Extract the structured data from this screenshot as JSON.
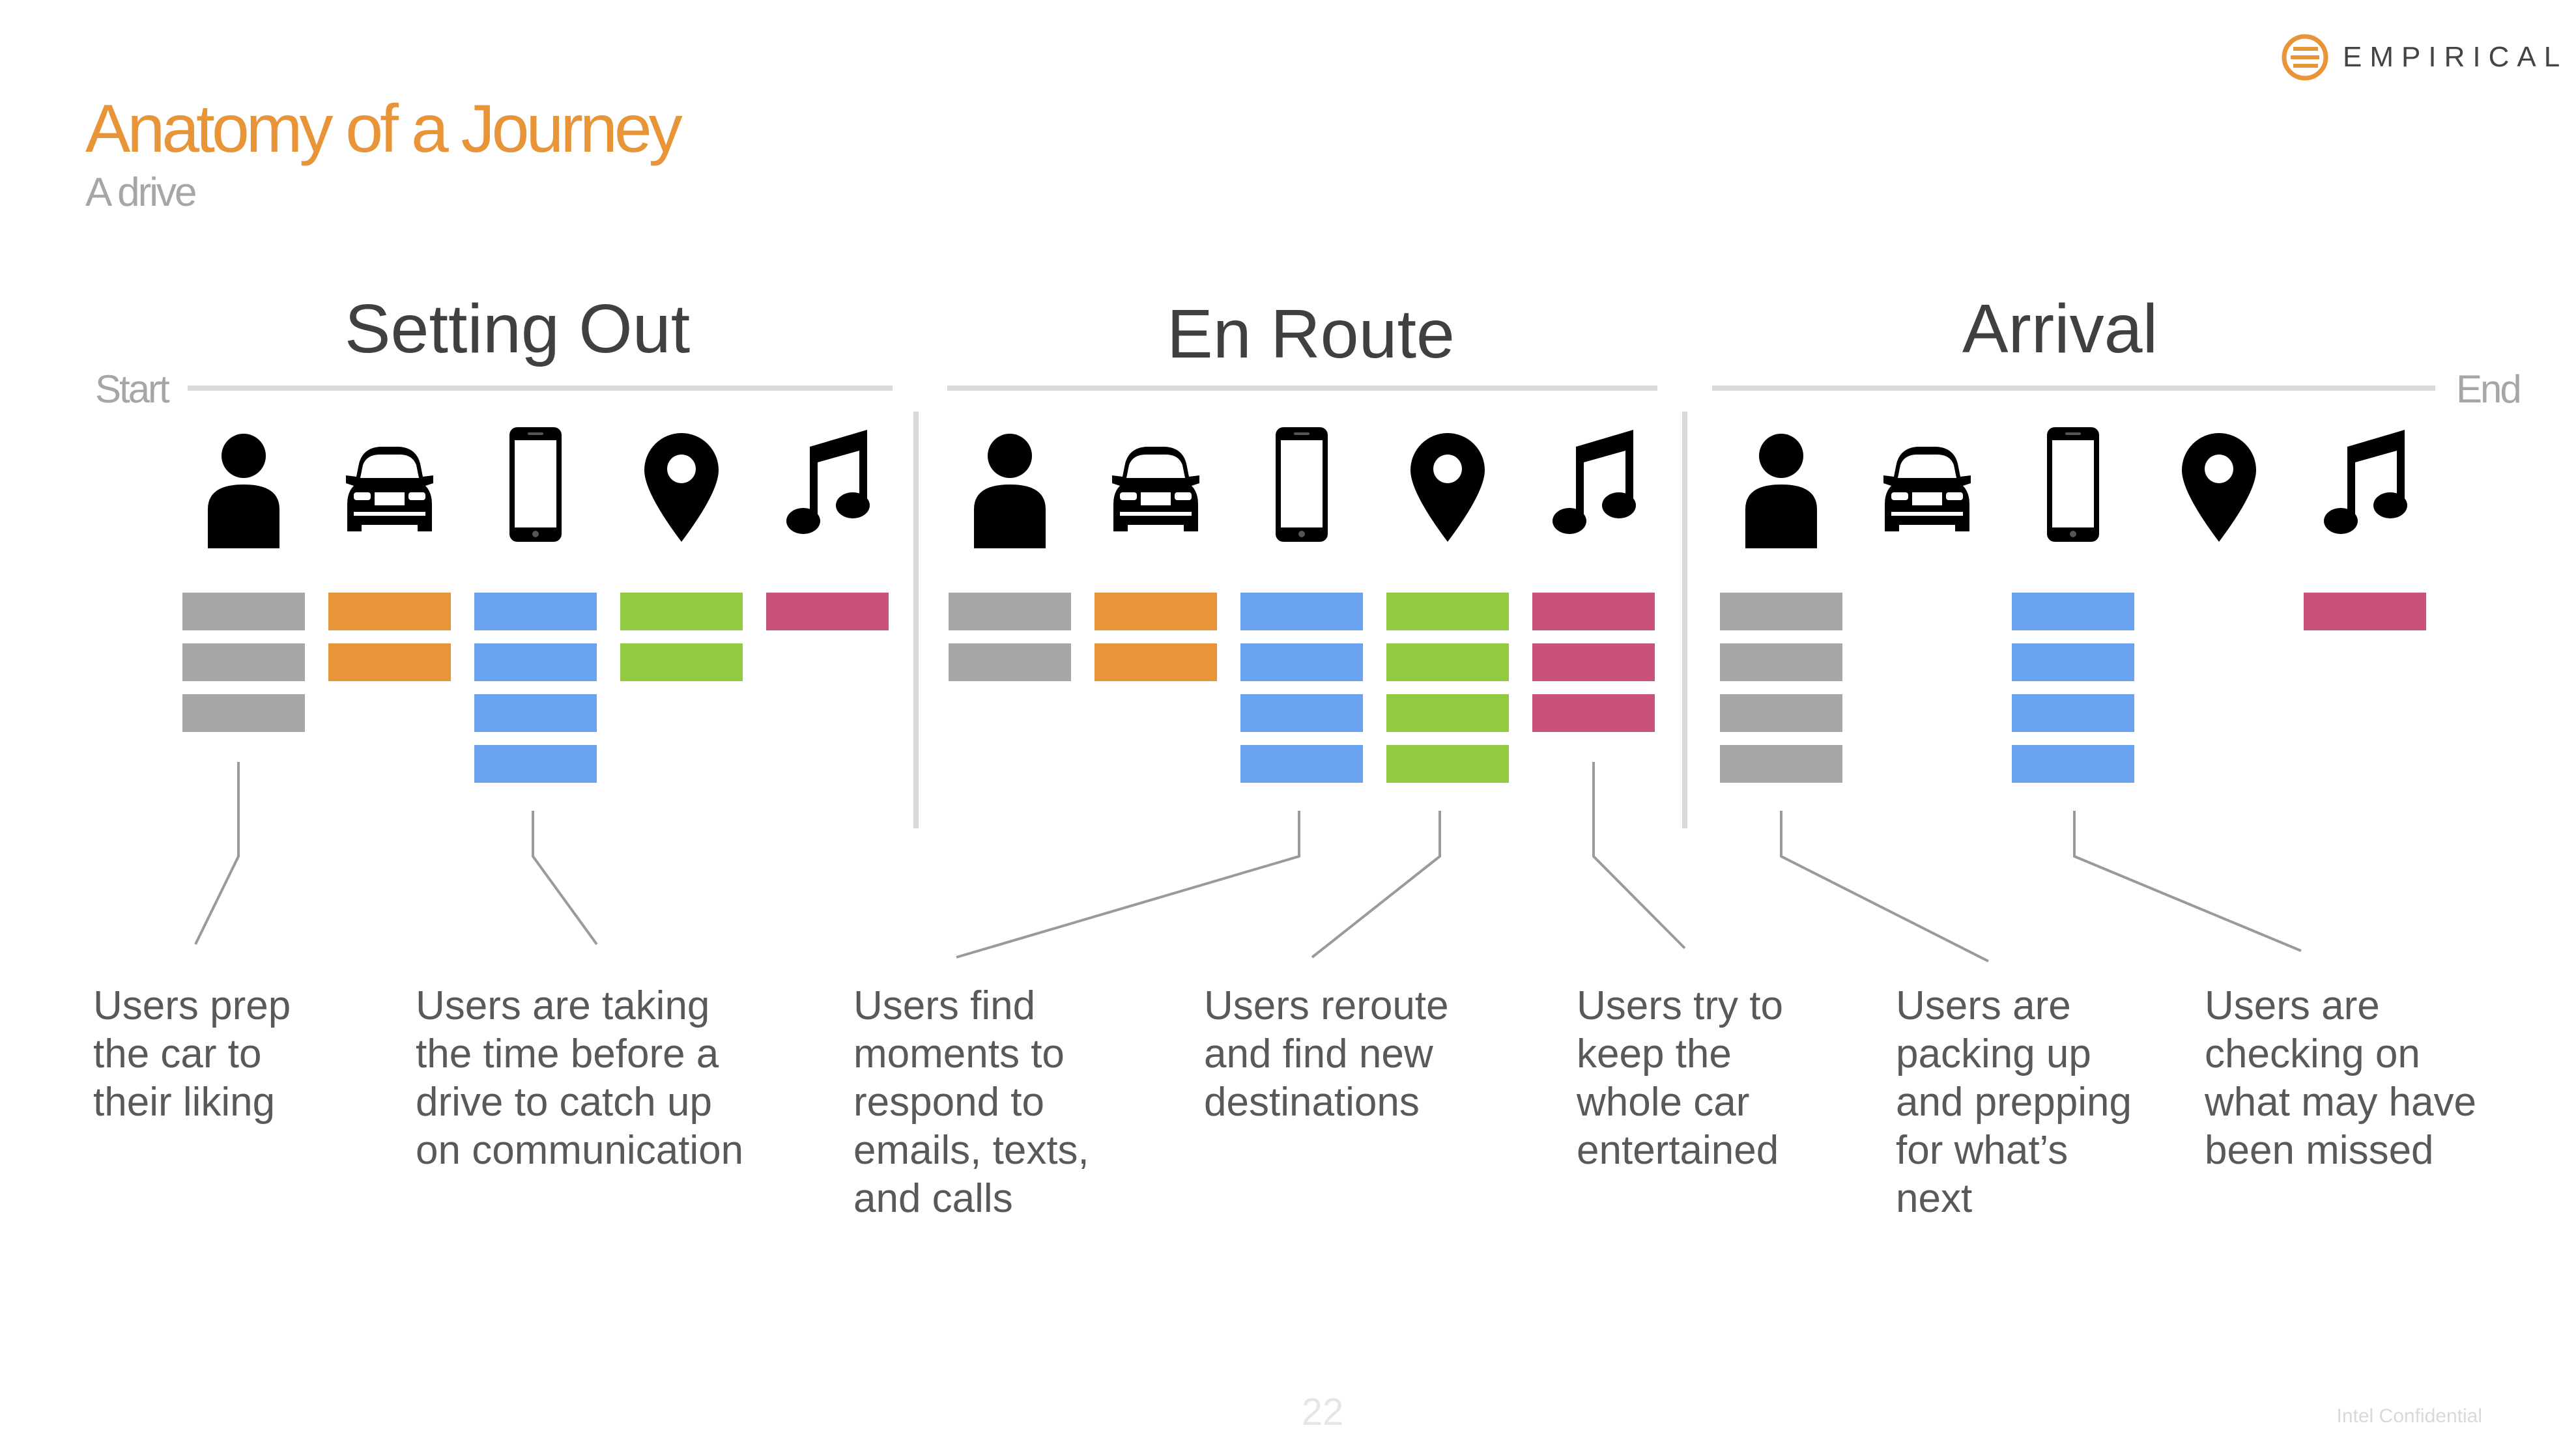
{
  "slide": {
    "title": "Anatomy of a Journey",
    "subtitle": "A drive",
    "page_number": "22",
    "confidential": "Intel Confidential"
  },
  "logo": {
    "text": "EMPIRICAL"
  },
  "timeline": {
    "start_label": "Start",
    "end_label": "End"
  },
  "phases": [
    {
      "name": "Setting Out"
    },
    {
      "name": "En Route"
    },
    {
      "name": "Arrival"
    }
  ],
  "categories": [
    {
      "name": "person-icon",
      "color": "#a6a6a6"
    },
    {
      "name": "car-icon",
      "color": "#e8953a"
    },
    {
      "name": "phone-icon",
      "color": "#6aa4f0"
    },
    {
      "name": "location-pin-icon",
      "color": "#92cb42"
    },
    {
      "name": "music-note-icon",
      "color": "#c9527a"
    }
  ],
  "bar_counts": [
    [
      3,
      2,
      4,
      2,
      1
    ],
    [
      2,
      2,
      4,
      4,
      3
    ],
    [
      4,
      0,
      4,
      0,
      1
    ]
  ],
  "descriptions": [
    "Users prep\nthe car to\ntheir liking",
    "Users are taking\nthe time before a\ndrive to catch up\non communication",
    "Users find\nmoments to\nrespond to\nemails, texts,\nand calls",
    "Users reroute\nand find new\ndestinations",
    "Users try to\nkeep the\nwhole car\nentertained",
    "Users are\npacking up\nand prepping\nfor what’s\nnext",
    "Users are\nchecking on\nwhat may have\nbeen missed"
  ]
}
